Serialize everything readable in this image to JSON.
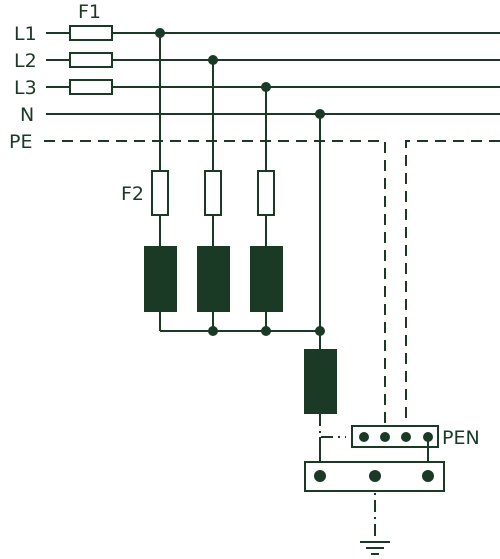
{
  "labels": {
    "l1": "L1",
    "l2": "L2",
    "l3": "L3",
    "n": "N",
    "pe": "PE",
    "f1": "F1",
    "f2": "F2",
    "pen": "PEN"
  },
  "colors": {
    "line": "#1b3a26",
    "device": "#1b3a26",
    "background": "#ffffff"
  },
  "icons": {
    "fuse": "fuse-icon",
    "arrester": "surge-arrester-icon",
    "terminal": "terminal-block-icon",
    "ground": "ground-icon"
  }
}
